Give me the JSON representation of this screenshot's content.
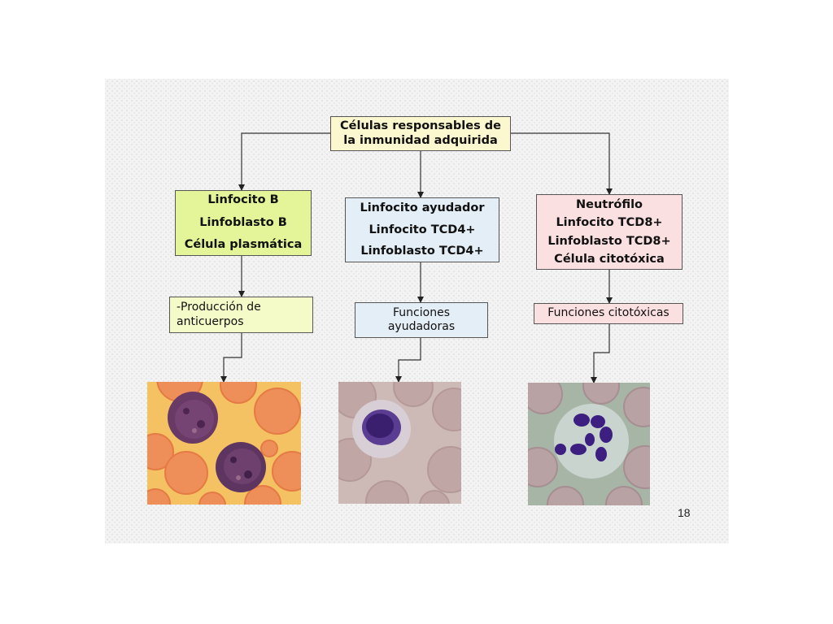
{
  "root": {
    "line1": "Células responsables de",
    "line2": "la inmunidad adquirida"
  },
  "branches": [
    {
      "lines": [
        "Linfocito B",
        "Linfoblasto B",
        "Célula plasmática"
      ],
      "color": "#e3f598"
    },
    {
      "lines": [
        "Linfocito ayudador",
        "Linfocito TCD4+",
        "Linfoblasto TCD4+"
      ],
      "color": "#e4eef7"
    },
    {
      "lines": [
        "Neutrófilo",
        "Linfocito TCD8+",
        "Linfoblasto TCD8+",
        "Célula citotóxica"
      ],
      "color": "#fbe0e2"
    }
  ],
  "functions": [
    {
      "lines": [
        "-Producción de",
        "anticuerpos"
      ]
    },
    {
      "lines": [
        "Funciones",
        "ayudadoras"
      ]
    },
    {
      "lines": [
        "Funciones citotóxicas"
      ]
    }
  ],
  "images": [
    {
      "icon": "b-lymphocyte-micrograph-image"
    },
    {
      "icon": "helper-lymphocyte-micrograph-image"
    },
    {
      "icon": "neutrophil-micrograph-image"
    }
  ],
  "page_number": "18"
}
